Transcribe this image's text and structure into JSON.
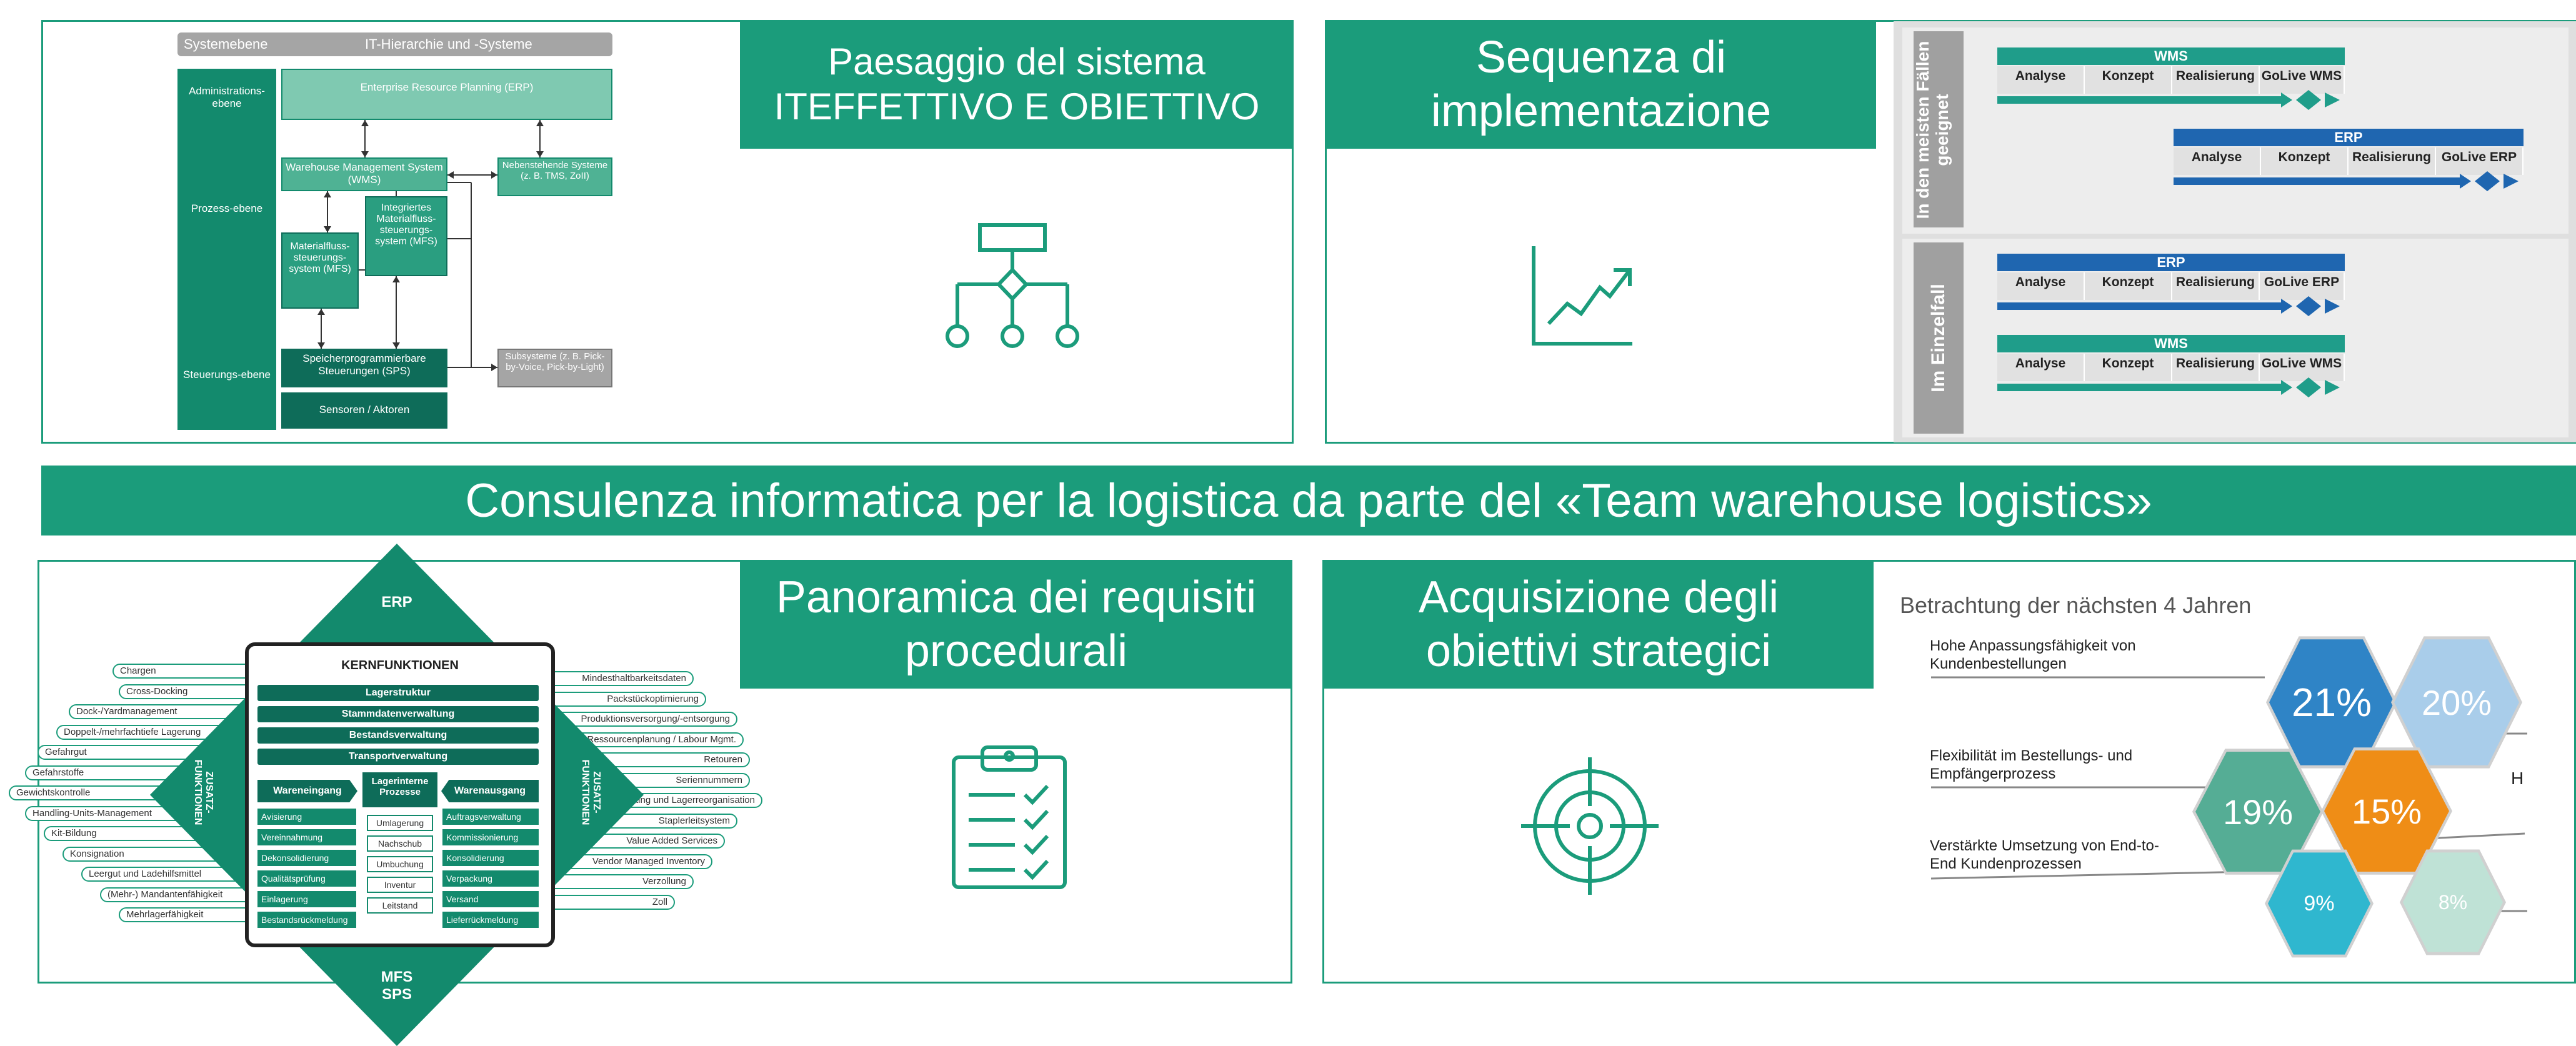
{
  "banner": "Consulenza informatica per la logistica da parte del «Team warehouse logistics»",
  "panels": {
    "landscape": {
      "title": "Paesaggio del sistema ITEFFETTIVO E OBIETTIVO"
    },
    "sequence": {
      "title": "Sequenza di implementazione"
    },
    "requirements": {
      "title": "Panoramica dei requisiti procedurali"
    },
    "strategic": {
      "title": "Acquisizione degli obiettivi strategici"
    }
  },
  "it_diagram": {
    "header_left": "Systemebene",
    "header_right": "IT-Hierarchie und -Systeme",
    "levels": {
      "admin": "Administrations-ebene",
      "process": "Prozess-ebene",
      "control": "Steuerungs-ebene"
    },
    "erp": "Enterprise Resource Planning (ERP)",
    "wms": "Warehouse Management System (WMS)",
    "side_systems": "Nebenstehende Systeme (z. B. TMS, ZoII)",
    "integrated_mfs": "Integriertes Materialfluss-steuerungs-system (MFS)",
    "mfs": "Materialfluss-steuerungs-system (MFS)",
    "sps": "Speicherprogrammierbare Steuerungen (SPS)",
    "subsystems": "Subsysteme (z. B. Pick-by-Voice, Pick-by-Light)",
    "sensors": "Sensoren / Aktoren"
  },
  "sequence_diagram": {
    "side_top": "In den meisten Fällen geeignet",
    "side_bottom": "Im Einzelfall",
    "phases_wms": [
      "Analyse",
      "Konzept",
      "Realisierung",
      "GoLive WMS"
    ],
    "phases_erp": [
      "Analyse",
      "Konzept",
      "Realisierung",
      "GoLive ERP"
    ],
    "label_wms": "WMS",
    "label_erp": "ERP",
    "colors": {
      "wms": "#1f9d8a",
      "erp": "#1f66b0"
    }
  },
  "process_diagram": {
    "top": "ERP",
    "bottom": "MFS SPS",
    "left": "ZUSATZ-FUNKTIONEN",
    "right": "ZUSATZ-FUNKTIONEN",
    "core_title": "KERNFUNKTIONEN",
    "core_rows": [
      "Lagerstruktur",
      "Stammdatenverwaltung",
      "Bestandsverwaltung",
      "Transportverwaltung"
    ],
    "col_left_head": "Wareneingang",
    "col_mid_head": "Lagerinterne Prozesse",
    "col_right_head": "Warenausgang",
    "col_left": [
      "Avisierung",
      "Vereinnahmung",
      "Dekonsolidierung",
      "Qualitätsprüfung",
      "Einlagerung",
      "Bestandsrückmeldung"
    ],
    "col_mid": [
      "Umlagerung",
      "Nachschub",
      "Umbuchung",
      "Inventur",
      "Leitstand"
    ],
    "col_right": [
      "Auftragsverwaltung",
      "Kommissionierung",
      "Konsolidierung",
      "Verpackung",
      "Versand",
      "Lieferrückmeldung"
    ],
    "left_pills": [
      "Chargen",
      "Cross-Docking",
      "Dock-/Yardmanagement",
      "Doppelt-/mehrfachtiefe Lagerung",
      "Gefahrgut",
      "Gefahrstoffe",
      "Gewichtskontrolle",
      "Handling-Units-Management",
      "Kit-Bildung",
      "Konsignation",
      "Leergut und Ladehilfsmittel",
      "(Mehr-) Mandantenfähigkeit",
      "Mehrlagerfähigkeit"
    ],
    "right_pills": [
      "Mindesthaltbarkeitsdaten",
      "Packstückoptimierung",
      "Produktionsversorgung/-entsorgung",
      "Ressourcenplanung / Labour Mgmt.",
      "Retouren",
      "Seriennummern",
      "Slotting und Lagerreorganisation",
      "Staplerleitsystem",
      "Value Added Services",
      "Vendor Managed Inventory",
      "Verzollung",
      "Zoll"
    ]
  },
  "hex_chart": {
    "heading": "Betrachtung der nächsten 4 Jahren",
    "labels": [
      "Hohe Anpassungsfähigkeit von Kundenbestellungen",
      "Flexibilität im Bestellungs- und Empfängerprozess",
      "Verstärkte Umsetzung von End-to-End Kundenprozessen"
    ],
    "right_letter": "H",
    "values": [
      {
        "text": "21%",
        "color": "#2f84c6"
      },
      {
        "text": "20%",
        "color": "#a9cdea"
      },
      {
        "text": "19%",
        "color": "#55ad95"
      },
      {
        "text": "15%",
        "color": "#ef8d16"
      },
      {
        "text": "9%",
        "color": "#2fb7cf"
      },
      {
        "text": "8%",
        "color": "#bfe2d6"
      }
    ]
  }
}
